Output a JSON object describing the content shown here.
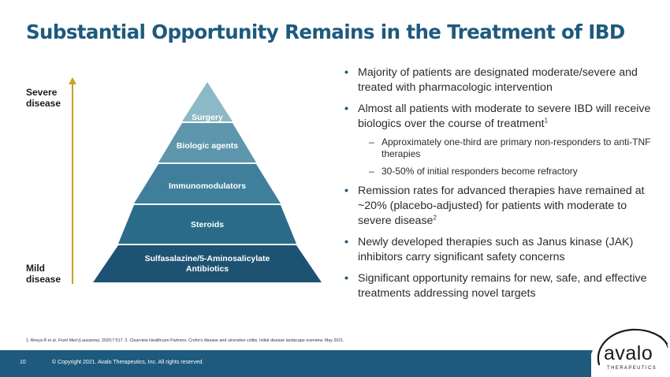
{
  "slide": {
    "title": "Substantial Opportunity Remains in the Treatment of IBD",
    "axis": {
      "top_line1": "Severe",
      "top_line2": "disease",
      "bottom_line1": "Mild",
      "bottom_line2": "disease"
    },
    "pyramid": [
      {
        "label": "Surgery",
        "color": "#8db8c6"
      },
      {
        "label": "Biologic agents",
        "color": "#5e97ad"
      },
      {
        "label": "Immunomodulators",
        "color": "#3f7f9b"
      },
      {
        "label": "Steroids",
        "color": "#2b6b8a"
      },
      {
        "label_line1": "Sulfasalazine/5-Aminosalicylate",
        "label_line2": "Antibiotics",
        "color": "#1e5273"
      }
    ],
    "bullets": [
      {
        "text": "Majority of patients are designated moderate/severe and treated with pharmacologic intervention"
      },
      {
        "text": "Almost all patients with moderate to severe IBD will receive biologics over the course of treatment",
        "sup": "1"
      },
      {
        "text": "Remission rates for advanced therapies have remained at ~20% (placebo-adjusted) for patients with moderate to severe disease",
        "sup": "2"
      },
      {
        "text": "Newly developed therapies such as Janus kinase (JAK) inhibitors carry significant safety concerns"
      },
      {
        "text": "Significant opportunity remains for new, safe, and effective treatments addressing novel targets"
      }
    ],
    "sub_bullets": [
      "Approximately one-third are primary non-responders to anti-TNF therapies",
      "30-50% of initial responders become refractory"
    ],
    "footnote": {
      "pre": "1. Atreya R et al. ",
      "journal": "Front Med (Lausanne).",
      "post": " 2020;7:517. 2. Clearview Healthcare Partners. Crohn’s disease and ulcerative colitis. Initial disease landscape overview. May 2021."
    },
    "footer": {
      "page_number": "10",
      "copyright": "© Copyright 2021. Avalo Therapeutics, Inc. All rights reserved."
    },
    "logo": {
      "word": "avalo",
      "tagline": "THERAPEUTICS"
    },
    "colors": {
      "title": "#1d5a7d",
      "arrow": "#c9a227",
      "footer": "#1d5a7d"
    }
  }
}
